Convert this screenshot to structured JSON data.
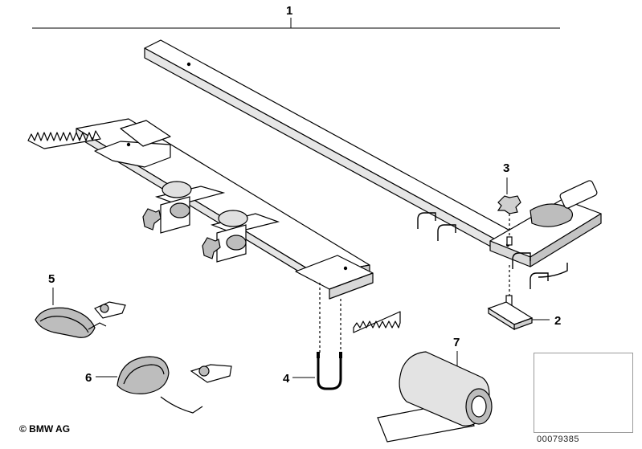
{
  "callouts": {
    "c1": "1",
    "c2": "2",
    "c3": "3",
    "c4": "4",
    "c5": "5",
    "c6": "6",
    "c7": "7"
  },
  "footer": {
    "copyright": "© BMW AG",
    "image_number": "00079385"
  },
  "colors": {
    "line": "#000000",
    "shade": "#bdbdbd",
    "thumb_border": "#9a9a9a"
  }
}
